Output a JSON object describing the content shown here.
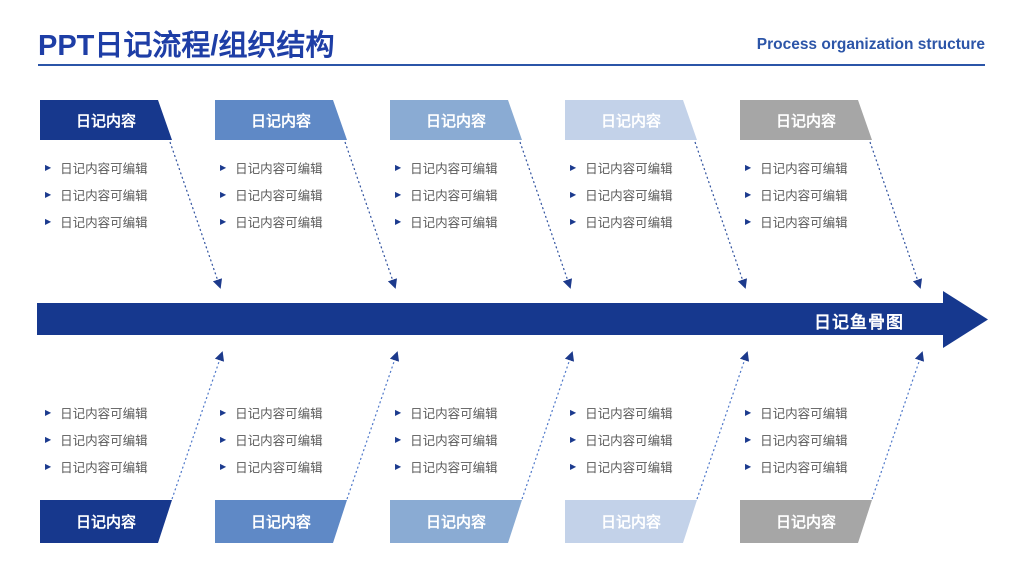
{
  "header": {
    "title": "PPT日记流程/组织结构",
    "subtitle": "Process organization structure",
    "rule_color": "#2b55a8",
    "title_color": "#1e3ea6"
  },
  "spine": {
    "label": "日记鱼骨图",
    "color": "#16388e"
  },
  "icons": {
    "bullet": "▶"
  },
  "rib": {
    "top_color": "#30529f",
    "bottom_color": "#4f78c9",
    "arrowhead_color": "#1d3a8c"
  },
  "columns": {
    "top": [
      {
        "title": "日记内容",
        "color": "#17388d",
        "items": [
          "日记内容可编辑",
          "日记内容可编辑",
          "日记内容可编辑"
        ]
      },
      {
        "title": "日记内容",
        "color": "#5f89c6",
        "items": [
          "日记内容可编辑",
          "日记内容可编辑",
          "日记内容可编辑"
        ]
      },
      {
        "title": "日记内容",
        "color": "#8aabd3",
        "items": [
          "日记内容可编辑",
          "日记内容可编辑",
          "日记内容可编辑"
        ]
      },
      {
        "title": "日记内容",
        "color": "#c3d2e9",
        "items": [
          "日记内容可编辑",
          "日记内容可编辑",
          "日记内容可编辑"
        ]
      },
      {
        "title": "日记内容",
        "color": "#a6a6a6",
        "items": [
          "日记内容可编辑",
          "日记内容可编辑",
          "日记内容可编辑"
        ]
      }
    ],
    "bottom": [
      {
        "title": "日记内容",
        "color": "#17388d",
        "items": [
          "日记内容可编辑",
          "日记内容可编辑",
          "日记内容可编辑"
        ]
      },
      {
        "title": "日记内容",
        "color": "#5f89c6",
        "items": [
          "日记内容可编辑",
          "日记内容可编辑",
          "日记内容可编辑"
        ]
      },
      {
        "title": "日记内容",
        "color": "#8aabd3",
        "items": [
          "日记内容可编辑",
          "日记内容可编辑",
          "日记内容可编辑"
        ]
      },
      {
        "title": "日记内容",
        "color": "#c3d2e9",
        "items": [
          "日记内容可编辑",
          "日记内容可编辑",
          "日记内容可编辑"
        ]
      },
      {
        "title": "日记内容",
        "color": "#a6a6a6",
        "items": [
          "日记内容可编辑",
          "日记内容可编辑",
          "日记内容可编辑"
        ]
      }
    ]
  }
}
